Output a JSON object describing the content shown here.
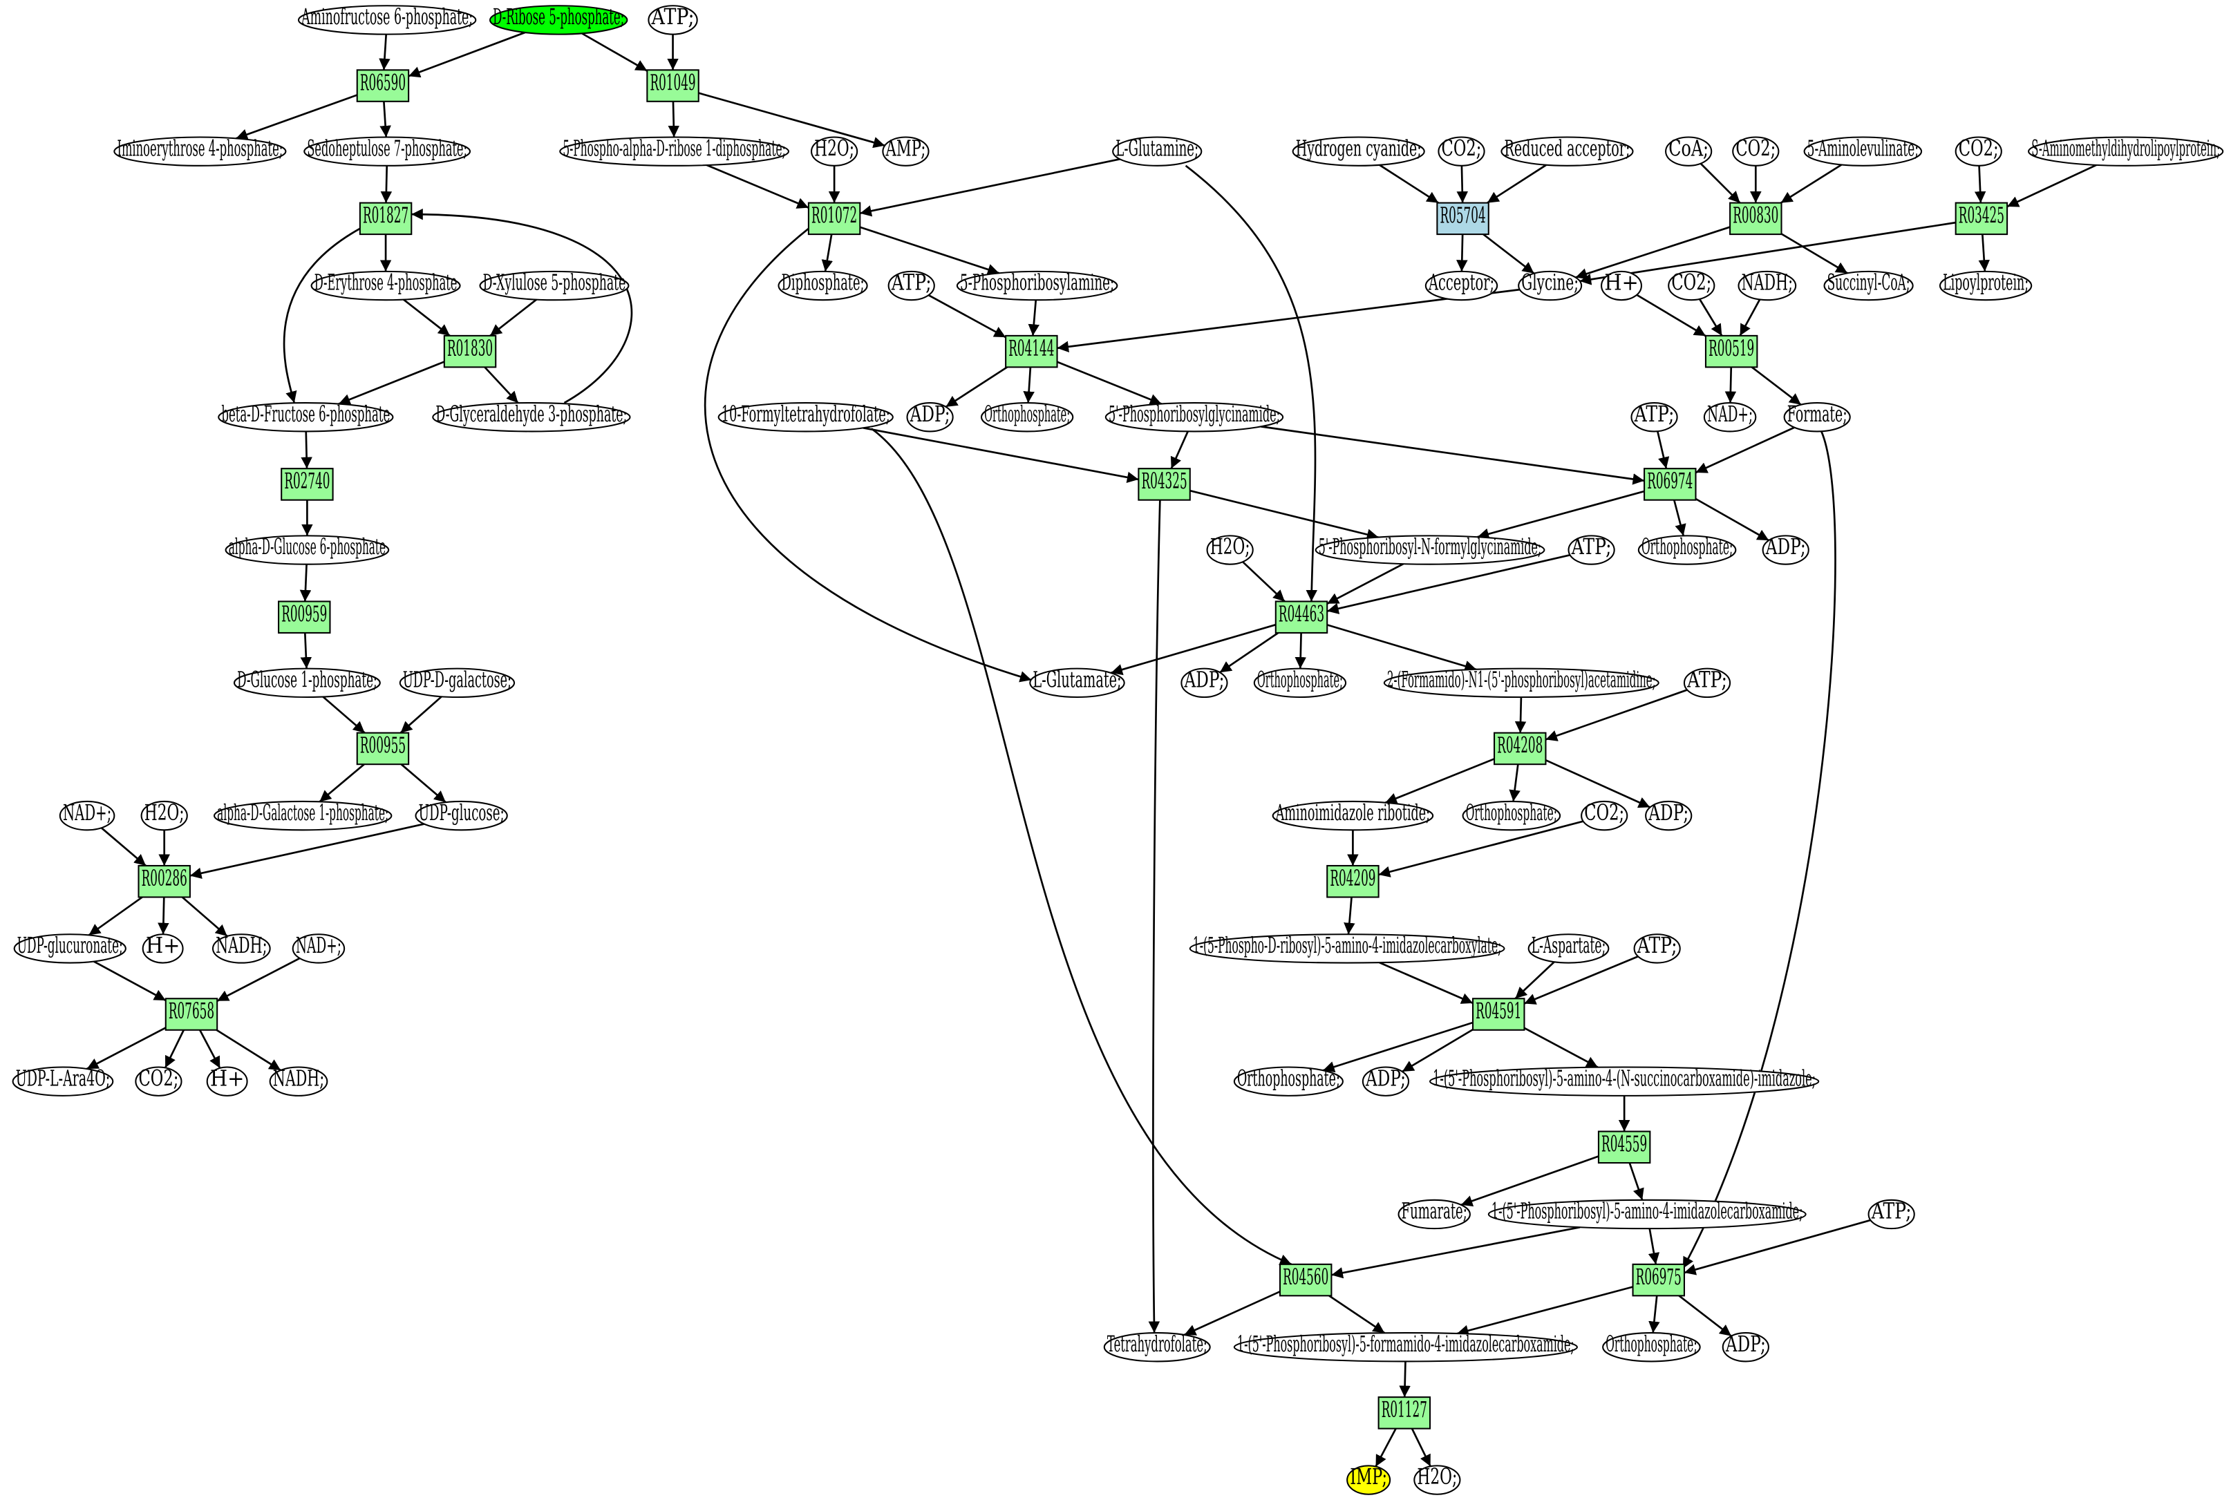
{
  "colors": {
    "reaction": "#98fb98",
    "reaction_alt": "#add8e6",
    "source_compound": "#00ff00",
    "target_compound": "#ffff00",
    "compound": "#ffffff",
    "stroke": "#000000"
  },
  "nodes": [
    {
      "id": "c_amfruc",
      "kind": "compound",
      "label": "Aminofructose 6-phosphate;"
    },
    {
      "id": "c_ribose5p",
      "kind": "compound",
      "label": "D-Ribose 5-phosphate;",
      "color": "source_compound"
    },
    {
      "id": "c_atp1",
      "kind": "compound",
      "label": "ATP;"
    },
    {
      "id": "r_06590",
      "kind": "reaction",
      "label": "R06590"
    },
    {
      "id": "r_01049",
      "kind": "reaction",
      "label": "R01049"
    },
    {
      "id": "c_iminoery",
      "kind": "compound",
      "label": "Iminoerythrose 4-phosphate;"
    },
    {
      "id": "c_sedo",
      "kind": "compound",
      "label": "Sedoheptulose 7-phosphate;"
    },
    {
      "id": "c_prpp",
      "kind": "compound",
      "label": "5-Phospho-alpha-D-ribose 1-diphosphate;"
    },
    {
      "id": "c_h2o1",
      "kind": "compound",
      "label": "H2O;"
    },
    {
      "id": "c_amp",
      "kind": "compound",
      "label": "AMP;"
    },
    {
      "id": "c_gln",
      "kind": "compound",
      "label": "L-Glutamine;"
    },
    {
      "id": "c_hcn",
      "kind": "compound",
      "label": "Hydrogen cyanide;"
    },
    {
      "id": "c_co2a",
      "kind": "compound",
      "label": "CO2;"
    },
    {
      "id": "c_redacc",
      "kind": "compound",
      "label": "Reduced acceptor;"
    },
    {
      "id": "c_coa",
      "kind": "compound",
      "label": "CoA;"
    },
    {
      "id": "c_co2b",
      "kind": "compound",
      "label": "CO2;"
    },
    {
      "id": "c_ala",
      "kind": "compound",
      "label": "5-Aminolevulinate;"
    },
    {
      "id": "c_co2c",
      "kind": "compound",
      "label": "CO2;"
    },
    {
      "id": "c_samdl",
      "kind": "compound",
      "label": "S-Aminomethyldihydrolipoylprotein;"
    },
    {
      "id": "r_01827",
      "kind": "reaction",
      "label": "R01827"
    },
    {
      "id": "r_01072",
      "kind": "reaction",
      "label": "R01072"
    },
    {
      "id": "r_05704",
      "kind": "reaction",
      "label": "R05704",
      "color": "reaction_alt"
    },
    {
      "id": "r_00830",
      "kind": "reaction",
      "label": "R00830"
    },
    {
      "id": "r_03425",
      "kind": "reaction",
      "label": "R03425"
    },
    {
      "id": "c_e4p",
      "kind": "compound",
      "label": "D-Erythrose 4-phosphate"
    },
    {
      "id": "c_x5p",
      "kind": "compound",
      "label": "D-Xylulose 5-phosphate"
    },
    {
      "id": "c_ppi",
      "kind": "compound",
      "label": "Diphosphate;"
    },
    {
      "id": "c_atp2",
      "kind": "compound",
      "label": "ATP;"
    },
    {
      "id": "c_pra",
      "kind": "compound",
      "label": "5-Phosphoribosylamine;"
    },
    {
      "id": "c_acceptor",
      "kind": "compound",
      "label": "Acceptor;"
    },
    {
      "id": "c_gly",
      "kind": "compound",
      "label": "Glycine;"
    },
    {
      "id": "c_hplus1",
      "kind": "compound",
      "label": "H+"
    },
    {
      "id": "c_co2d",
      "kind": "compound",
      "label": "CO2;"
    },
    {
      "id": "c_nadh1",
      "kind": "compound",
      "label": "NADH;"
    },
    {
      "id": "c_succoa",
      "kind": "compound",
      "label": "Succinyl-CoA;"
    },
    {
      "id": "c_lipo",
      "kind": "compound",
      "label": "Lipoylprotein;"
    },
    {
      "id": "r_01830",
      "kind": "reaction",
      "label": "R01830"
    },
    {
      "id": "r_04144",
      "kind": "reaction",
      "label": "R04144"
    },
    {
      "id": "r_00519",
      "kind": "reaction",
      "label": "R00519"
    },
    {
      "id": "c_f6p",
      "kind": "compound",
      "label": "beta-D-Fructose 6-phosphate"
    },
    {
      "id": "c_g3p",
      "kind": "compound",
      "label": "D-Glyceraldehyde 3-phosphate;"
    },
    {
      "id": "c_10fthf",
      "kind": "compound",
      "label": "10-Formyltetrahydrofolate;"
    },
    {
      "id": "c_adp1",
      "kind": "compound",
      "label": "ADP;"
    },
    {
      "id": "c_pi1",
      "kind": "compound",
      "label": "Orthophosphate;"
    },
    {
      "id": "c_gar",
      "kind": "compound",
      "label": "5'-Phosphoribosylglycinamide;"
    },
    {
      "id": "c_atp3",
      "kind": "compound",
      "label": "ATP;"
    },
    {
      "id": "c_nad1",
      "kind": "compound",
      "label": "NAD+;"
    },
    {
      "id": "c_formate",
      "kind": "compound",
      "label": "Formate;"
    },
    {
      "id": "r_02740",
      "kind": "reaction",
      "label": "R02740"
    },
    {
      "id": "r_04325",
      "kind": "reaction",
      "label": "R04325"
    },
    {
      "id": "r_06974",
      "kind": "reaction",
      "label": "R06974"
    },
    {
      "id": "c_g6p",
      "kind": "compound",
      "label": "alpha-D-Glucose 6-phosphate"
    },
    {
      "id": "c_h2o2",
      "kind": "compound",
      "label": "H2O;"
    },
    {
      "id": "c_fgar",
      "kind": "compound",
      "label": "5'-Phosphoribosyl-N-formylglycinamide;"
    },
    {
      "id": "c_atp4",
      "kind": "compound",
      "label": "ATP;"
    },
    {
      "id": "c_pi2",
      "kind": "compound",
      "label": "Orthophosphate;"
    },
    {
      "id": "c_adp2",
      "kind": "compound",
      "label": "ADP;"
    },
    {
      "id": "r_00959",
      "kind": "reaction",
      "label": "R00959"
    },
    {
      "id": "r_04463",
      "kind": "reaction",
      "label": "R04463"
    },
    {
      "id": "c_g1p",
      "kind": "compound",
      "label": "D-Glucose 1-phosphate;"
    },
    {
      "id": "c_udpgal",
      "kind": "compound",
      "label": "UDP-D-galactose;"
    },
    {
      "id": "c_glu",
      "kind": "compound",
      "label": "L-Glutamate;"
    },
    {
      "id": "c_adp3",
      "kind": "compound",
      "label": "ADP;"
    },
    {
      "id": "c_pi3",
      "kind": "compound",
      "label": "Orthophosphate;"
    },
    {
      "id": "c_fgam",
      "kind": "compound",
      "label": "2-(Formamido)-N1-(5'-phosphoribosyl)acetamidine;"
    },
    {
      "id": "c_atp5",
      "kind": "compound",
      "label": "ATP;"
    },
    {
      "id": "r_00955",
      "kind": "reaction",
      "label": "R00955"
    },
    {
      "id": "r_04208",
      "kind": "reaction",
      "label": "R04208"
    },
    {
      "id": "c_nad2",
      "kind": "compound",
      "label": "NAD+;"
    },
    {
      "id": "c_h2o3",
      "kind": "compound",
      "label": "H2O;"
    },
    {
      "id": "c_agal1p",
      "kind": "compound",
      "label": "alpha-D-Galactose 1-phosphate;"
    },
    {
      "id": "c_udpglc",
      "kind": "compound",
      "label": "UDP-glucose;"
    },
    {
      "id": "c_air",
      "kind": "compound",
      "label": "Aminoimidazole ribotide;"
    },
    {
      "id": "c_pi4",
      "kind": "compound",
      "label": "Orthophosphate;"
    },
    {
      "id": "c_co2e",
      "kind": "compound",
      "label": "CO2;"
    },
    {
      "id": "c_adp4",
      "kind": "compound",
      "label": "ADP;"
    },
    {
      "id": "r_00286",
      "kind": "reaction",
      "label": "R00286"
    },
    {
      "id": "r_04209",
      "kind": "reaction",
      "label": "R04209"
    },
    {
      "id": "c_udpglcA",
      "kind": "compound",
      "label": "UDP-glucuronate;"
    },
    {
      "id": "c_hplus2",
      "kind": "compound",
      "label": "H+"
    },
    {
      "id": "c_nadh2",
      "kind": "compound",
      "label": "NADH;"
    },
    {
      "id": "c_nad3",
      "kind": "compound",
      "label": "NAD+;"
    },
    {
      "id": "c_cair",
      "kind": "compound",
      "label": "1-(5-Phospho-D-ribosyl)-5-amino-4-imidazolecarboxylate;"
    },
    {
      "id": "c_asp",
      "kind": "compound",
      "label": "L-Aspartate;"
    },
    {
      "id": "c_atp6",
      "kind": "compound",
      "label": "ATP;"
    },
    {
      "id": "r_07658",
      "kind": "reaction",
      "label": "R07658"
    },
    {
      "id": "r_04591",
      "kind": "reaction",
      "label": "R04591"
    },
    {
      "id": "c_udpara",
      "kind": "compound",
      "label": "UDP-L-Ara4O;"
    },
    {
      "id": "c_co2f",
      "kind": "compound",
      "label": "CO2;"
    },
    {
      "id": "c_hplus3",
      "kind": "compound",
      "label": "H+"
    },
    {
      "id": "c_nadh3",
      "kind": "compound",
      "label": "NADH;"
    },
    {
      "id": "c_pi5",
      "kind": "compound",
      "label": "Orthophosphate;"
    },
    {
      "id": "c_adp5",
      "kind": "compound",
      "label": "ADP;"
    },
    {
      "id": "c_saicar",
      "kind": "compound",
      "label": "1-(5'-Phosphoribosyl)-5-amino-4-(N-succinocarboxamide)-imidazole;"
    },
    {
      "id": "r_04559",
      "kind": "reaction",
      "label": "R04559"
    },
    {
      "id": "c_fum",
      "kind": "compound",
      "label": "Fumarate;"
    },
    {
      "id": "c_aicar",
      "kind": "compound",
      "label": "1-(5'-Phosphoribosyl)-5-amino-4-imidazolecarboxamide;"
    },
    {
      "id": "c_atp7",
      "kind": "compound",
      "label": "ATP;"
    },
    {
      "id": "r_04560",
      "kind": "reaction",
      "label": "R04560"
    },
    {
      "id": "r_06975",
      "kind": "reaction",
      "label": "R06975"
    },
    {
      "id": "c_thf",
      "kind": "compound",
      "label": "Tetrahydrofolate;"
    },
    {
      "id": "c_faicar",
      "kind": "compound",
      "label": "1-(5'-Phosphoribosyl)-5-formamido-4-imidazolecarboxamide;"
    },
    {
      "id": "c_pi6",
      "kind": "compound",
      "label": "Orthophosphate;"
    },
    {
      "id": "c_adp6",
      "kind": "compound",
      "label": "ADP;"
    },
    {
      "id": "r_01127",
      "kind": "reaction",
      "label": "R01127"
    },
    {
      "id": "c_imp",
      "kind": "compound",
      "label": "IMP;",
      "color": "target_compound"
    },
    {
      "id": "c_h2o4",
      "kind": "compound",
      "label": "H2O;"
    }
  ],
  "edges": [
    [
      "c_amfruc",
      "r_06590"
    ],
    [
      "c_ribose5p",
      "r_06590"
    ],
    [
      "r_06590",
      "c_iminoery"
    ],
    [
      "r_06590",
      "c_sedo"
    ],
    [
      "c_ribose5p",
      "r_01049"
    ],
    [
      "c_atp1",
      "r_01049"
    ],
    [
      "r_01049",
      "c_prpp"
    ],
    [
      "r_01049",
      "c_amp"
    ],
    [
      "c_sedo",
      "r_01827"
    ],
    [
      "r_01827",
      "c_e4p"
    ],
    [
      "r_01827",
      "c_f6p"
    ],
    [
      "c_e4p",
      "r_01830"
    ],
    [
      "c_x5p",
      "r_01830"
    ],
    [
      "r_01830",
      "c_f6p"
    ],
    [
      "r_01830",
      "c_g3p"
    ],
    [
      "c_g3p",
      "r_01827"
    ],
    [
      "c_f6p",
      "r_02740"
    ],
    [
      "r_02740",
      "c_g6p"
    ],
    [
      "c_g6p",
      "r_00959"
    ],
    [
      "r_00959",
      "c_g1p"
    ],
    [
      "c_g1p",
      "r_00955"
    ],
    [
      "c_udpgal",
      "r_00955"
    ],
    [
      "r_00955",
      "c_agal1p"
    ],
    [
      "r_00955",
      "c_udpglc"
    ],
    [
      "c_nad2",
      "r_00286"
    ],
    [
      "c_h2o3",
      "r_00286"
    ],
    [
      "c_udpglc",
      "r_00286"
    ],
    [
      "r_00286",
      "c_udpglcA"
    ],
    [
      "r_00286",
      "c_hplus2"
    ],
    [
      "r_00286",
      "c_nadh2"
    ],
    [
      "c_udpglcA",
      "r_07658"
    ],
    [
      "c_nad3",
      "r_07658"
    ],
    [
      "r_07658",
      "c_udpara"
    ],
    [
      "r_07658",
      "c_co2f"
    ],
    [
      "r_07658",
      "c_hplus3"
    ],
    [
      "r_07658",
      "c_nadh3"
    ],
    [
      "c_prpp",
      "r_01072"
    ],
    [
      "c_h2o1",
      "r_01072"
    ],
    [
      "c_gln",
      "r_01072"
    ],
    [
      "r_01072",
      "c_ppi"
    ],
    [
      "r_01072",
      "c_pra"
    ],
    [
      "r_01072",
      "c_glu"
    ],
    [
      "c_pra",
      "r_04144"
    ],
    [
      "c_atp2",
      "r_04144"
    ],
    [
      "c_gly",
      "r_04144"
    ],
    [
      "r_04144",
      "c_adp1"
    ],
    [
      "r_04144",
      "c_pi1"
    ],
    [
      "r_04144",
      "c_gar"
    ],
    [
      "c_hcn",
      "r_05704"
    ],
    [
      "c_co2a",
      "r_05704"
    ],
    [
      "c_redacc",
      "r_05704"
    ],
    [
      "r_05704",
      "c_acceptor"
    ],
    [
      "r_05704",
      "c_gly"
    ],
    [
      "c_coa",
      "r_00830"
    ],
    [
      "c_co2b",
      "r_00830"
    ],
    [
      "c_ala",
      "r_00830"
    ],
    [
      "r_00830",
      "c_gly"
    ],
    [
      "r_00830",
      "c_succoa"
    ],
    [
      "c_co2c",
      "r_03425"
    ],
    [
      "c_samdl",
      "r_03425"
    ],
    [
      "r_03425",
      "c_gly"
    ],
    [
      "r_03425",
      "c_lipo"
    ],
    [
      "c_hplus1",
      "r_00519"
    ],
    [
      "c_co2d",
      "r_00519"
    ],
    [
      "c_nadh1",
      "r_00519"
    ],
    [
      "r_00519",
      "c_nad1"
    ],
    [
      "r_00519",
      "c_formate"
    ],
    [
      "c_gar",
      "r_04325"
    ],
    [
      "c_10fthf",
      "r_04325"
    ],
    [
      "r_04325",
      "c_fgar"
    ],
    [
      "r_04325",
      "c_thf"
    ],
    [
      "c_gar",
      "r_06974"
    ],
    [
      "c_atp3",
      "r_06974"
    ],
    [
      "c_formate",
      "r_06974"
    ],
    [
      "r_06974",
      "c_fgar"
    ],
    [
      "r_06974",
      "c_pi2"
    ],
    [
      "r_06974",
      "c_adp2"
    ],
    [
      "c_fgar",
      "r_04463"
    ],
    [
      "c_h2o2",
      "r_04463"
    ],
    [
      "c_atp4",
      "r_04463"
    ],
    [
      "c_gln",
      "r_04463"
    ],
    [
      "r_04463",
      "c_glu"
    ],
    [
      "r_04463",
      "c_adp3"
    ],
    [
      "r_04463",
      "c_pi3"
    ],
    [
      "r_04463",
      "c_fgam"
    ],
    [
      "c_fgam",
      "r_04208"
    ],
    [
      "c_atp5",
      "r_04208"
    ],
    [
      "r_04208",
      "c_air"
    ],
    [
      "r_04208",
      "c_pi4"
    ],
    [
      "r_04208",
      "c_adp4"
    ],
    [
      "c_air",
      "r_04209"
    ],
    [
      "c_co2e",
      "r_04209"
    ],
    [
      "r_04209",
      "c_cair"
    ],
    [
      "c_cair",
      "r_04591"
    ],
    [
      "c_asp",
      "r_04591"
    ],
    [
      "c_atp6",
      "r_04591"
    ],
    [
      "r_04591",
      "c_pi5"
    ],
    [
      "r_04591",
      "c_adp5"
    ],
    [
      "r_04591",
      "c_saicar"
    ],
    [
      "c_saicar",
      "r_04559"
    ],
    [
      "r_04559",
      "c_fum"
    ],
    [
      "r_04559",
      "c_aicar"
    ],
    [
      "c_aicar",
      "r_04560"
    ],
    [
      "c_10fthf",
      "r_04560"
    ],
    [
      "r_04560",
      "c_thf"
    ],
    [
      "r_04560",
      "c_faicar"
    ],
    [
      "c_aicar",
      "r_06975"
    ],
    [
      "c_atp7",
      "r_06975"
    ],
    [
      "c_formate",
      "r_06975"
    ],
    [
      "r_06975",
      "c_faicar"
    ],
    [
      "r_06975",
      "c_pi6"
    ],
    [
      "r_06975",
      "c_adp6"
    ],
    [
      "c_faicar",
      "r_01127"
    ],
    [
      "r_01127",
      "c_imp"
    ],
    [
      "r_01127",
      "c_h2o4"
    ]
  ]
}
